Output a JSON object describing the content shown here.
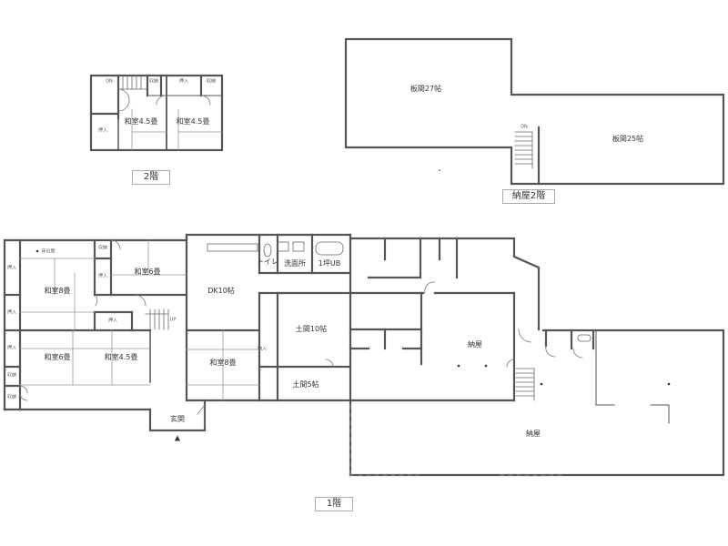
{
  "floor_tags": {
    "house_2f": "2階",
    "barn_2f": "納屋2階",
    "house_1f": "1階"
  },
  "house_2f": {
    "rooms": [
      {
        "id": "washitsu_a",
        "label": "和室4.5畳"
      },
      {
        "id": "washitsu_b",
        "label": "和室4.5畳"
      }
    ],
    "storage": [
      {
        "id": "oshiire_top",
        "label": "押入"
      },
      {
        "id": "shuno_1",
        "label": "収納"
      },
      {
        "id": "shuno_2",
        "label": "収納"
      },
      {
        "id": "oshiire_left",
        "label": "押入"
      }
    ],
    "stair_mark": "DN"
  },
  "barn_2f": {
    "rooms": [
      {
        "id": "itanoma27",
        "label": "板間27帖"
      },
      {
        "id": "itanoma25",
        "label": "板間25帖"
      }
    ],
    "stair_mark": "DN"
  },
  "house_1f": {
    "rooms": [
      {
        "id": "washitsu8_nw",
        "label": "和室8畳"
      },
      {
        "id": "washitsu6_n",
        "label": "和室6畳"
      },
      {
        "id": "washitsu6_sw",
        "label": "和室6畳"
      },
      {
        "id": "washitsu45",
        "label": "和室4.5畳"
      },
      {
        "id": "dk",
        "label": "DK10帖"
      },
      {
        "id": "washitsu8_c",
        "label": "和室8畳"
      },
      {
        "id": "toilet",
        "label": "トイレ"
      },
      {
        "id": "senmenjo",
        "label": "洗面所"
      },
      {
        "id": "bath",
        "label": "1坪UB"
      },
      {
        "id": "doma10",
        "label": "土間10帖"
      },
      {
        "id": "doma5",
        "label": "土間5帖"
      },
      {
        "id": "genkan",
        "label": "玄関"
      },
      {
        "id": "naya_1",
        "label": "納屋"
      },
      {
        "id": "naya_2",
        "label": "納屋"
      }
    ],
    "small_labels": [
      {
        "id": "tokonoma",
        "label": "床の間"
      },
      {
        "id": "oshiire_1",
        "label": "押入"
      },
      {
        "id": "oshiire_2",
        "label": "押入"
      },
      {
        "id": "oshiire_3",
        "label": "押入"
      },
      {
        "id": "oshiire_4",
        "label": "押入"
      },
      {
        "id": "oshiire_5",
        "label": "押入"
      },
      {
        "id": "shuno_1",
        "label": "収納"
      },
      {
        "id": "shuno_2",
        "label": "収納"
      },
      {
        "id": "shuno_3",
        "label": "収納"
      },
      {
        "id": "ukiage",
        "label": "物入"
      },
      {
        "id": "stair_up",
        "label": "UP"
      }
    ],
    "entrance_marker": "▲"
  }
}
